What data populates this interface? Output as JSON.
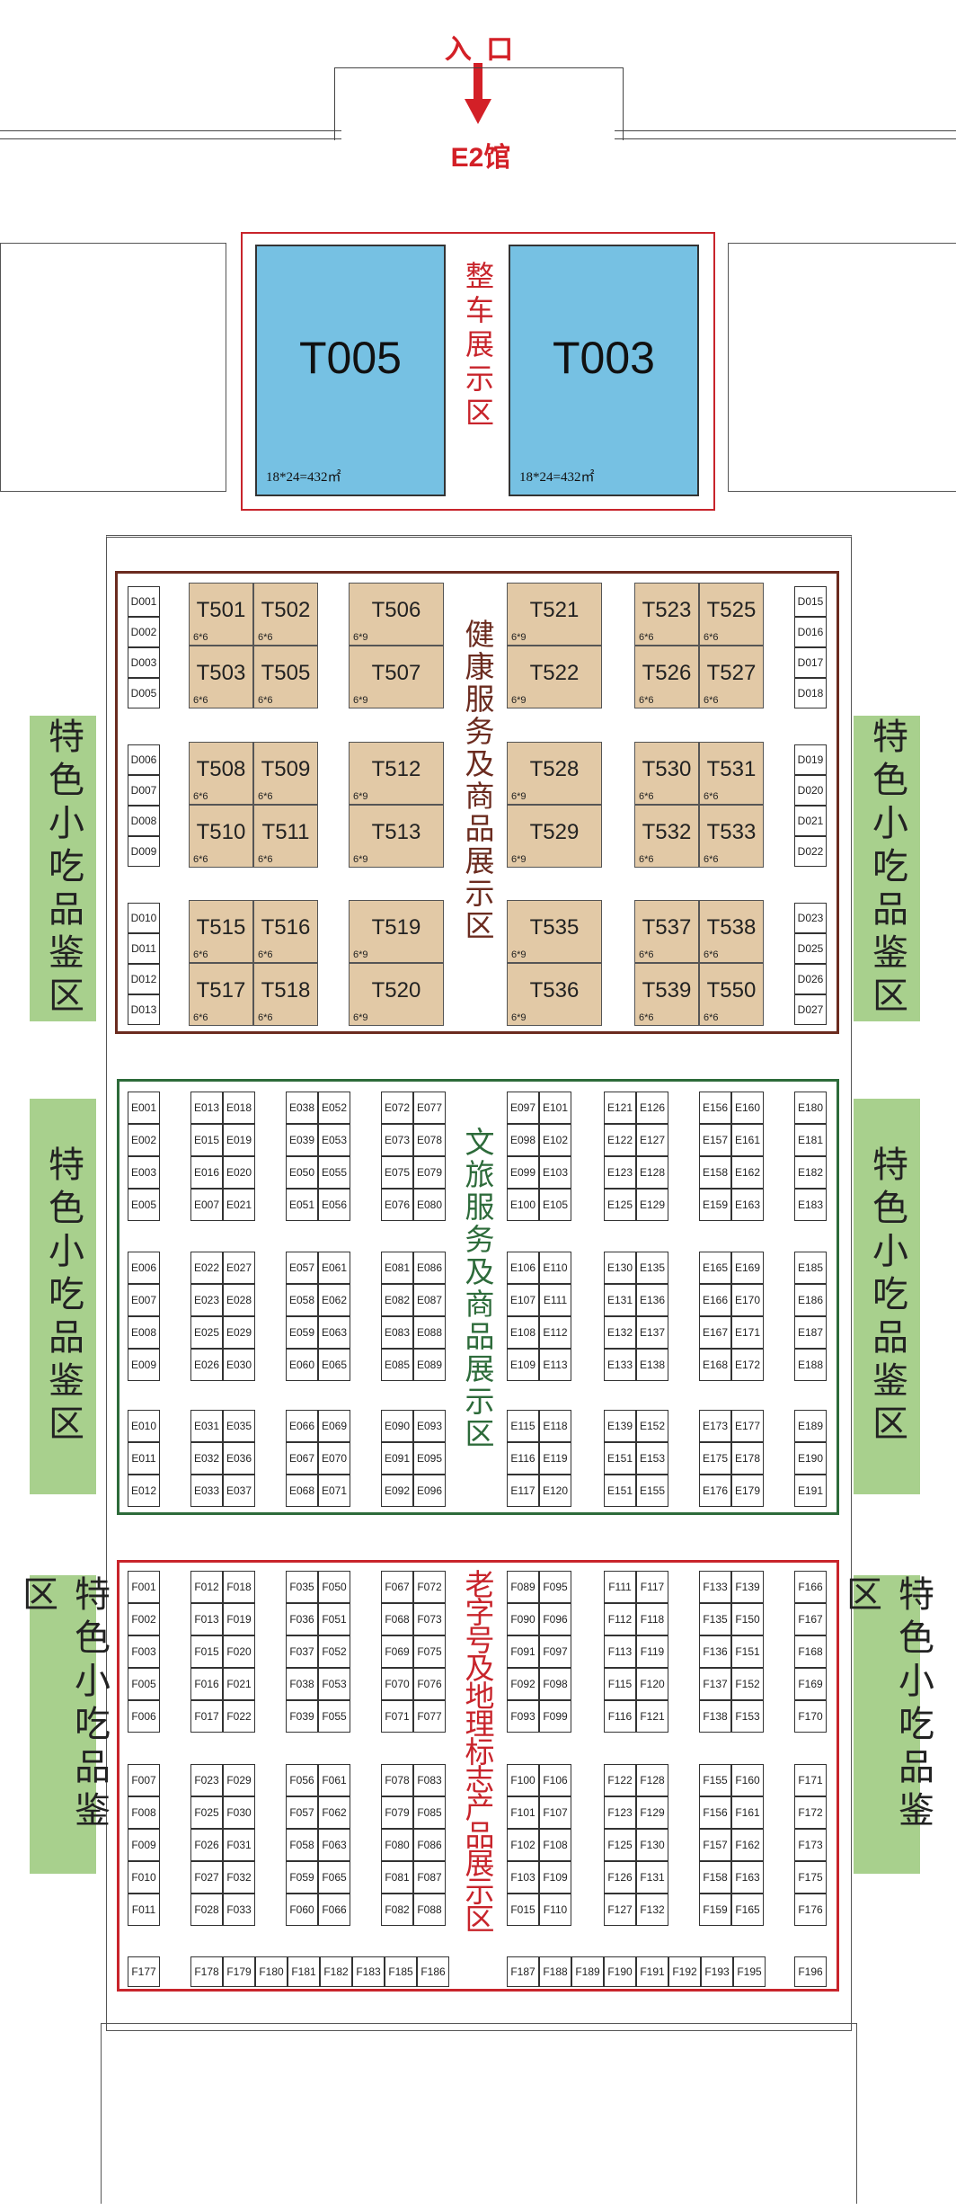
{
  "entrance": {
    "label": "入 口",
    "hall": "E2馆"
  },
  "colors": {
    "accent_red": "#d32027",
    "zone_health": "#6b2b1f",
    "zone_culture": "#2d6b3a",
    "zone_heritage": "#c8242b",
    "car_blue": "#76c1e3",
    "tan": "#e2c9a6",
    "green_side": "#a8d08d"
  },
  "car_zone": {
    "label": "整车展示区",
    "booths": [
      {
        "id": "T005",
        "area": "18*24=432㎡"
      },
      {
        "id": "T003",
        "area": "18*24=432㎡"
      }
    ]
  },
  "zones": {
    "health": "健康服务及商品展示区",
    "culture": "文旅服务及商品展示区",
    "heritage": "老字号及地理标志产品展示区"
  },
  "snack_zone_label": "特色小吃品鉴区",
  "t_booths": [
    {
      "id": "T501",
      "size": "6*6"
    },
    {
      "id": "T502",
      "size": "6*6"
    },
    {
      "id": "T503",
      "size": "6*6"
    },
    {
      "id": "T505",
      "size": "6*6"
    },
    {
      "id": "T506",
      "size": "6*9"
    },
    {
      "id": "T507",
      "size": "6*9"
    },
    {
      "id": "T521",
      "size": "6*9"
    },
    {
      "id": "T522",
      "size": "6*9"
    },
    {
      "id": "T523",
      "size": "6*6"
    },
    {
      "id": "T525",
      "size": "6*6"
    },
    {
      "id": "T526",
      "size": "6*6"
    },
    {
      "id": "T527",
      "size": "6*6"
    },
    {
      "id": "T508",
      "size": "6*6"
    },
    {
      "id": "T509",
      "size": "6*6"
    },
    {
      "id": "T510",
      "size": "6*6"
    },
    {
      "id": "T511",
      "size": "6*6"
    },
    {
      "id": "T512",
      "size": "6*9"
    },
    {
      "id": "T513",
      "size": "6*9"
    },
    {
      "id": "T528",
      "size": "6*9"
    },
    {
      "id": "T529",
      "size": "6*9"
    },
    {
      "id": "T530",
      "size": "6*6"
    },
    {
      "id": "T531",
      "size": "6*6"
    },
    {
      "id": "T532",
      "size": "6*6"
    },
    {
      "id": "T533",
      "size": "6*6"
    },
    {
      "id": "T515",
      "size": "6*6"
    },
    {
      "id": "T516",
      "size": "6*6"
    },
    {
      "id": "T517",
      "size": "6*6"
    },
    {
      "id": "T518",
      "size": "6*6"
    },
    {
      "id": "T519",
      "size": "6*9"
    },
    {
      "id": "T520",
      "size": "6*9"
    },
    {
      "id": "T535",
      "size": "6*9"
    },
    {
      "id": "T536",
      "size": "6*9"
    },
    {
      "id": "T537",
      "size": "6*6"
    },
    {
      "id": "T538",
      "size": "6*6"
    },
    {
      "id": "T539",
      "size": "6*6"
    },
    {
      "id": "T550",
      "size": "6*6"
    }
  ],
  "d_booths": [
    "D001",
    "D002",
    "D003",
    "D005",
    "D006",
    "D007",
    "D008",
    "D009",
    "D010",
    "D011",
    "D012",
    "D013",
    "D015",
    "D016",
    "D017",
    "D018",
    "D019",
    "D020",
    "D021",
    "D022",
    "D023",
    "D025",
    "D026",
    "D027"
  ],
  "e_booths": [
    "E001",
    "E002",
    "E003",
    "E005",
    "E006",
    "E007",
    "E008",
    "E009",
    "E010",
    "E011",
    "E012",
    "E013",
    "E015",
    "E016",
    "E007",
    "E022",
    "E023",
    "E025",
    "E026",
    "E031",
    "E032",
    "E033",
    "E018",
    "E019",
    "E020",
    "E021",
    "E027",
    "E028",
    "E029",
    "E030",
    "E035",
    "E036",
    "E037",
    "E038",
    "E039",
    "E050",
    "E051",
    "E057",
    "E058",
    "E059",
    "E060",
    "E066",
    "E067",
    "E068",
    "E052",
    "E053",
    "E055",
    "E056",
    "E061",
    "E062",
    "E063",
    "E065",
    "E069",
    "E070",
    "E071",
    "E072",
    "E073",
    "E075",
    "E076",
    "E081",
    "E082",
    "E083",
    "E085",
    "E090",
    "E091",
    "E092",
    "E077",
    "E078",
    "E079",
    "E080",
    "E086",
    "E087",
    "E088",
    "E089",
    "E093",
    "E095",
    "E096",
    "E097",
    "E098",
    "E099",
    "E100",
    "E106",
    "E107",
    "E108",
    "E109",
    "E115",
    "E116",
    "E117",
    "E101",
    "E102",
    "E103",
    "E105",
    "E110",
    "E111",
    "E112",
    "E113",
    "E118",
    "E119",
    "E120",
    "E121",
    "E122",
    "E123",
    "E125",
    "E130",
    "E131",
    "E132",
    "E133",
    "E139",
    "E151",
    "E151",
    "E126",
    "E127",
    "E128",
    "E129",
    "E135",
    "E136",
    "E137",
    "E138",
    "E152",
    "E153",
    "E155",
    "E156",
    "E157",
    "E158",
    "E159",
    "E165",
    "E166",
    "E167",
    "E168",
    "E173",
    "E175",
    "E176",
    "E160",
    "E161",
    "E162",
    "E163",
    "E169",
    "E170",
    "E171",
    "E172",
    "E177",
    "E178",
    "E179",
    "E180",
    "E181",
    "E182",
    "E183",
    "E185",
    "E186",
    "E187",
    "E188",
    "E189",
    "E190",
    "E191"
  ],
  "f_booths": [
    "F001",
    "F002",
    "F003",
    "F005",
    "F006",
    "F007",
    "F008",
    "F009",
    "F010",
    "F011",
    "F012",
    "F013",
    "F015",
    "F016",
    "F017",
    "F023",
    "F025",
    "F026",
    "F027",
    "F028",
    "F018",
    "F019",
    "F020",
    "F021",
    "F022",
    "F029",
    "F030",
    "F031",
    "F032",
    "F033",
    "F035",
    "F036",
    "F037",
    "F038",
    "F039",
    "F056",
    "F057",
    "F058",
    "F059",
    "F060",
    "F050",
    "F051",
    "F052",
    "F053",
    "F055",
    "F061",
    "F062",
    "F063",
    "F065",
    "F066",
    "F067",
    "F068",
    "F069",
    "F070",
    "F071",
    "F078",
    "F079",
    "F080",
    "F081",
    "F082",
    "F072",
    "F073",
    "F075",
    "F076",
    "F077",
    "F083",
    "F085",
    "F086",
    "F087",
    "F088",
    "F089",
    "F090",
    "F091",
    "F092",
    "F093",
    "F100",
    "F101",
    "F102",
    "F103",
    "F015",
    "F095",
    "F096",
    "F097",
    "F098",
    "F099",
    "F106",
    "F107",
    "F108",
    "F109",
    "F110",
    "F111",
    "F112",
    "F113",
    "F115",
    "F116",
    "F122",
    "F123",
    "F125",
    "F126",
    "F127",
    "F117",
    "F118",
    "F119",
    "F120",
    "F121",
    "F128",
    "F129",
    "F130",
    "F131",
    "F132",
    "F133",
    "F135",
    "F136",
    "F137",
    "F138",
    "F155",
    "F156",
    "F157",
    "F158",
    "F159",
    "F139",
    "F150",
    "F151",
    "F152",
    "F153",
    "F160",
    "F161",
    "F162",
    "F163",
    "F165",
    "F166",
    "F167",
    "F168",
    "F169",
    "F170",
    "F171",
    "F172",
    "F173",
    "F175",
    "F176"
  ],
  "f_bottom_row": [
    "F177",
    "F178",
    "F179",
    "F180",
    "F181",
    "F182",
    "F183",
    "F185",
    "F186",
    "F187",
    "F188",
    "F189",
    "F190",
    "F191",
    "F192",
    "F193",
    "F195",
    "F196"
  ]
}
